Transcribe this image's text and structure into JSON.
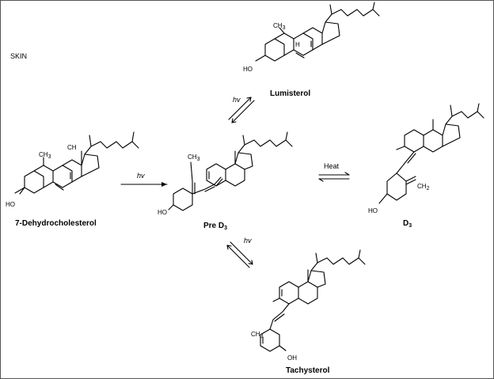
{
  "region_label": "SKIN",
  "compounds": {
    "dehydrocholesterol": "7-Dehydrocholesterol",
    "lumisterol": "Lumisterol",
    "tachysterol": "Tachysterol",
    "pre_d3": {
      "base": "Pre D",
      "subscript": "3"
    },
    "d3": {
      "base": "D",
      "subscript": "3"
    }
  },
  "arrows": {
    "dehydro_to_pre": "hv",
    "pre_lumisterol": "hv",
    "pre_tachysterol": "hv",
    "pre_d3": "Heat"
  },
  "atoms": {
    "ch3": "CH",
    "ch3_sub": "3",
    "ch2": "CH",
    "ch2_sub": "2",
    "ho": "HO",
    "oh": "OH",
    "h": "H"
  }
}
